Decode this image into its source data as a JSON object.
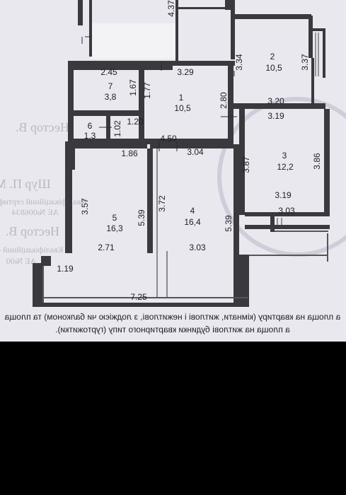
{
  "colors": {
    "paper": "#e9e8ef",
    "ink": "#1d1d22",
    "wall": "#3a3a3e",
    "stamp": "#b9b8c6",
    "band": "#000000"
  },
  "top_dimension": "4.37",
  "rooms": [
    {
      "id": "1",
      "area": "10,5"
    },
    {
      "id": "2",
      "area": "10,5"
    },
    {
      "id": "3",
      "area": "12,2"
    },
    {
      "id": "4",
      "area": "16,4"
    },
    {
      "id": "5",
      "area": "16,3"
    },
    {
      "id": "6",
      "area": "1,3"
    },
    {
      "id": "7",
      "area": "3,8"
    }
  ],
  "dimensions": {
    "d245": "2.45",
    "d329": "3.29",
    "d334": "3.34",
    "d337": "3.37",
    "d167": "1.67",
    "d177": "1.77",
    "d280": "2.80",
    "d320": "3.20",
    "d319a": "3.19",
    "d102": "1.02",
    "d120": "1.20",
    "d450": "4.50",
    "d186": "1.86",
    "d304": "3.04",
    "d387": "3.87",
    "d386": "3.86",
    "d357": "3.57",
    "d372": "3.72",
    "d319b": "3.19",
    "d303b": "3.03",
    "d539a": "5.39",
    "d539b": "5.39",
    "d271": "2.71",
    "d303a": "3.03",
    "d119": "1.19",
    "d725": "7.25"
  },
  "stamp_text": {
    "s1": "Нестор В.",
    "s2": "Шур П. М.",
    "s3": "Кваліфікаційний сертиф",
    "s4": "АЕ №006834",
    "s5": "Нестор В.",
    "s6": "Кваліфікаційний се",
    "s7": "АЕ №00"
  },
  "footer_text": {
    "line1": "а площа на квартиру (кімнати, житлові і нежитлові, з лоджією чи балконом) та площа",
    "line2": "а площа на житлові будинки квартирного типу (гуртожитки)."
  }
}
